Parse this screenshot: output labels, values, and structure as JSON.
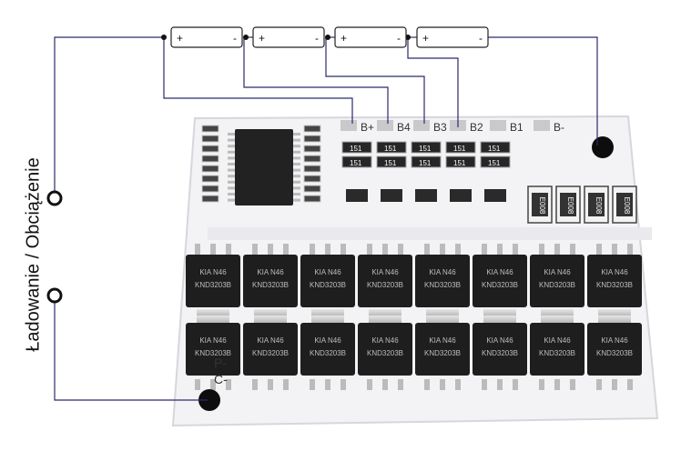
{
  "side_label": "Ładowanie / Obciążenie",
  "batteries": [
    {
      "plus": "+",
      "minus": "-"
    },
    {
      "plus": "+",
      "minus": "-"
    },
    {
      "plus": "+",
      "minus": "-"
    },
    {
      "plus": "+",
      "minus": "-"
    }
  ],
  "board": {
    "pads": [
      "B+",
      "B4",
      "B3",
      "B2",
      "B1",
      "B-"
    ],
    "output_pads": [
      "P-",
      "C-"
    ],
    "resistor_code": "151",
    "shunt_code": "E008",
    "mosfet_lines": [
      "KIA N46",
      "KND3203B"
    ]
  },
  "colors": {
    "wire": "#2b2b6e",
    "pcb": "#f4f4f6",
    "pcb_edge": "#d8d8de",
    "chip": "#1e1e1e",
    "pad": "#c9c9cc",
    "terminal": "#0d0d0d"
  }
}
